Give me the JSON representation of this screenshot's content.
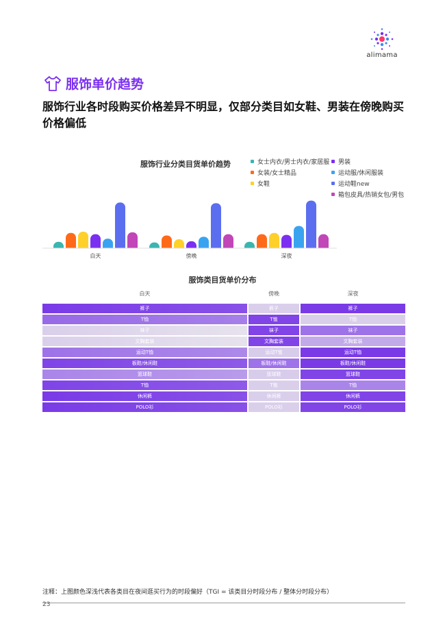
{
  "brand": {
    "name": "alimama"
  },
  "section_title": "服饰单价趋势",
  "headline": "服饰行业各时段购买价格差异不明显，仅部分类目如女鞋、男装在傍晚购买价格偏低",
  "colors": {
    "series": [
      "#3ab5b0",
      "#ff6a1a",
      "#ffd02a",
      "#7b2ff0",
      "#3aa3f0",
      "#5b6ef0",
      "#c146b8"
    ],
    "accent": "#7b2ff0"
  },
  "chart_data": [
    {
      "type": "bar",
      "title": "服饰行业分类目货单价趋势",
      "categories": [
        "白天",
        "傍晚",
        "深夜"
      ],
      "series": [
        {
          "name": "女士内衣/男士内衣/家居服",
          "values": [
            1.0,
            0.9,
            1.0
          ]
        },
        {
          "name": "女装/女士精品",
          "values": [
            2.4,
            2.0,
            2.2
          ]
        },
        {
          "name": "女鞋",
          "values": [
            2.6,
            1.4,
            2.4
          ]
        },
        {
          "name": "男装",
          "values": [
            2.2,
            1.1,
            2.1
          ]
        },
        {
          "name": "运动服/休闲服装",
          "values": [
            1.5,
            1.8,
            3.5
          ]
        },
        {
          "name": "运动鞋new",
          "values": [
            7.2,
            7.1,
            7.5
          ]
        },
        {
          "name": "箱包皮具/热销女包/男包",
          "values": [
            2.5,
            2.2,
            2.2
          ]
        }
      ],
      "legend_order": [
        "女士内衣/男士内衣/家居服",
        "男装",
        "女装/女士精品",
        "运动服/休闲服装",
        "女鞋",
        "运动鞋new",
        "箱包皮具/热销女包/男包"
      ],
      "ylim": [
        0,
        8
      ],
      "grid": false,
      "legend": "top-right"
    },
    {
      "type": "heatmap",
      "title": "服饰类目货单价分布",
      "columns": [
        "白天",
        "傍晚",
        "深夜"
      ],
      "rows": [
        {
          "labels": [
            "裤子",
            "裤子",
            "裤子"
          ],
          "values": [
            0.9,
            0.1,
            0.9
          ]
        },
        {
          "labels": [
            "T恤",
            "T恤",
            "T恤"
          ],
          "values": [
            0.65,
            0.85,
            0.1
          ]
        },
        {
          "labels": [
            "袜子",
            "袜子",
            "袜子"
          ],
          "values": [
            0.1,
            0.85,
            0.6
          ]
        },
        {
          "labels": [
            "文胸套装",
            "文胸套装",
            "文胸套装"
          ],
          "values": [
            0.1,
            0.85,
            0.3
          ]
        },
        {
          "labels": [
            "运动T恤",
            "运动T恤",
            "运动T恤"
          ],
          "values": [
            0.6,
            0.12,
            0.9
          ]
        },
        {
          "labels": [
            "板鞋/休闲鞋",
            "板鞋/休闲鞋",
            "板鞋/休闲鞋"
          ],
          "values": [
            0.85,
            0.6,
            0.9
          ]
        },
        {
          "labels": [
            "篮球鞋",
            "篮球鞋",
            "篮球鞋"
          ],
          "values": [
            0.5,
            0.12,
            0.85
          ]
        },
        {
          "labels": [
            "T恤",
            "T恤",
            "T恤"
          ],
          "values": [
            0.85,
            0.1,
            0.5
          ]
        },
        {
          "labels": [
            "休闲裤",
            "休闲裤",
            "休闲裤"
          ],
          "values": [
            0.9,
            0.1,
            0.85
          ]
        },
        {
          "labels": [
            "POLO衫",
            "POLO衫",
            "POLO衫"
          ],
          "values": [
            0.9,
            0.1,
            0.85
          ]
        }
      ]
    }
  ],
  "footnote": "注释：上图颜色深浅代表各类目在夜间逛买行为的时段偏好（TGI = 该类目分时段分布 / 整体分时段分布）",
  "page_number": "23"
}
